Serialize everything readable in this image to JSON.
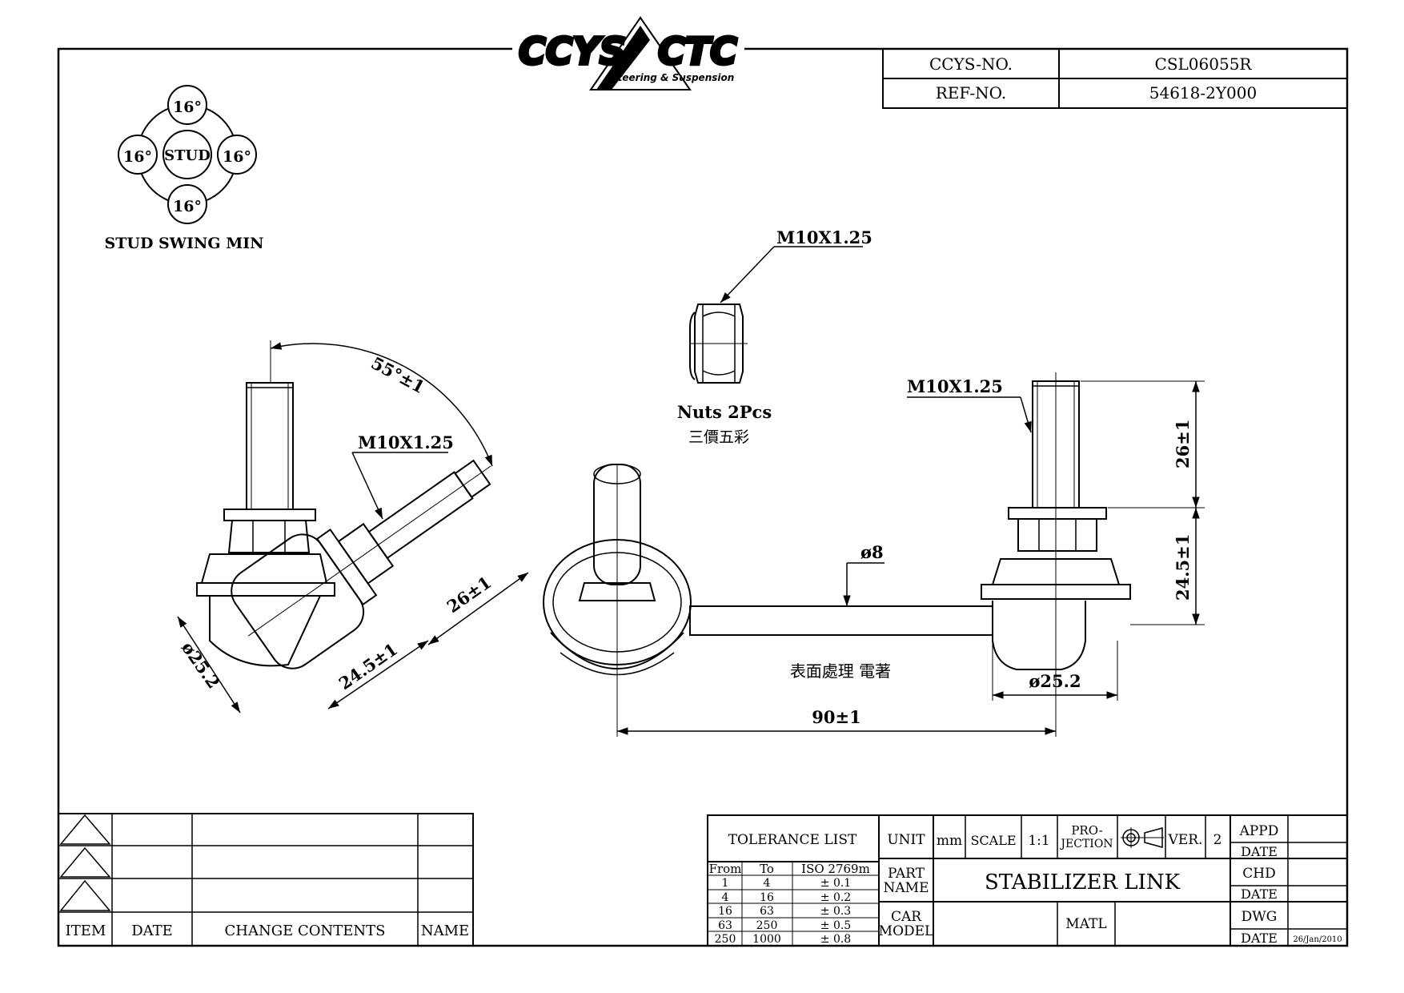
{
  "logo": {
    "brand_left": "CCYS",
    "brand_right": "CTC",
    "tagline": "Steering & Suspension"
  },
  "header_table": {
    "ccys_no_label": "CCYS-NO.",
    "ccys_no_value": "CSL06055R",
    "ref_no_label": "REF-NO.",
    "ref_no_value": "54618-2Y000"
  },
  "stud_swing": {
    "angle_top": "16°",
    "angle_left": "16°",
    "angle_right": "16°",
    "angle_bottom": "16°",
    "center_label": "STUD",
    "title": "STUD SWING MIN"
  },
  "nut": {
    "thread_label": "M10X1.25",
    "qty_label": "Nuts 2Pcs",
    "note_cn": "三價五彩"
  },
  "left_view": {
    "angle_dim": "55°±1",
    "thread_label": "M10X1.25",
    "stud_length_dim": "26±1",
    "body_height_dim": "24.5±1",
    "ball_diameter_dim": "ø25.2"
  },
  "main_view": {
    "rod_diameter_dim": "ø8",
    "surface_treatment": "表面處理  電著",
    "ball_diameter_dim": "ø25.2",
    "center_distance_dim": "90±1",
    "thread_label": "M10X1.25",
    "stud_length_dim": "26±1",
    "body_height_dim": "24.5±1"
  },
  "revision_block": {
    "headers": [
      "ITEM",
      "DATE",
      "CHANGE  CONTENTS",
      "NAME"
    ]
  },
  "title_block": {
    "tolerance_title": "TOLERANCE  LIST",
    "tolerance_headers": [
      "From",
      "To",
      "ISO  2769m"
    ],
    "tolerance_rows": [
      [
        "1",
        "4",
        "±  0.1"
      ],
      [
        "4",
        "16",
        "±  0.2"
      ],
      [
        "16",
        "63",
        "±  0.3"
      ],
      [
        "63",
        "250",
        "±  0.5"
      ],
      [
        "250",
        "1000",
        "±  0.8"
      ]
    ],
    "unit_label": "UNIT",
    "unit_value": "mm",
    "scale_label": "SCALE",
    "scale_value": "1:1",
    "projection_label_1": "PRO-",
    "projection_label_2": "JECTION",
    "ver_label": "VER.",
    "ver_value": "2",
    "part_name_label_1": "PART",
    "part_name_label_2": "NAME",
    "part_name_value": "STABILIZER  LINK",
    "car_model_label_1": "CAR",
    "car_model_label_2": "MODEL",
    "matl_label": "MATL",
    "appd_label": "APPD",
    "chd_label": "CHD",
    "dwg_label": "DWG",
    "date_label": "DATE",
    "dwg_date_value": "26/Jan/2010"
  }
}
